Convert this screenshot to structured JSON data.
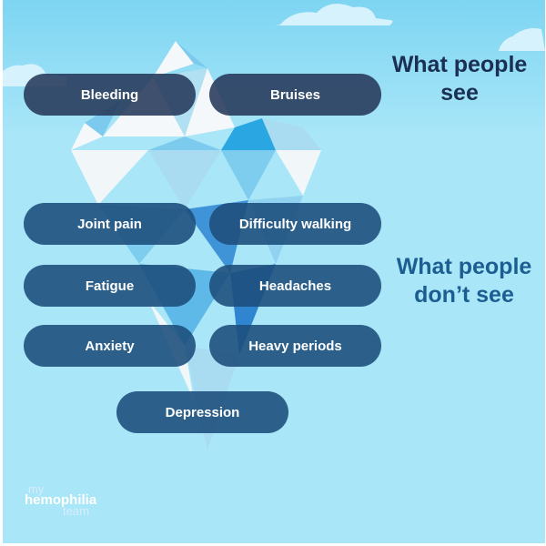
{
  "headings": {
    "above": "What people see",
    "below": "What people don’t see"
  },
  "above_water": [
    "Bleeding",
    "Bruises"
  ],
  "below_water": [
    "Joint pain",
    "Difficulty walking",
    "Fatigue",
    "Headaches",
    "Anxiety",
    "Heavy periods",
    "Depression"
  ],
  "logo": {
    "line1": "my",
    "line2": "hemophilia",
    "line3": "team"
  },
  "colors": {
    "sky": "#a9e6f8",
    "water_top": "#1bbcec",
    "water_bottom": "#1762b4",
    "pill": "#26385a",
    "heading_above": "#1b2f52",
    "heading_below": "#1d5e92"
  }
}
